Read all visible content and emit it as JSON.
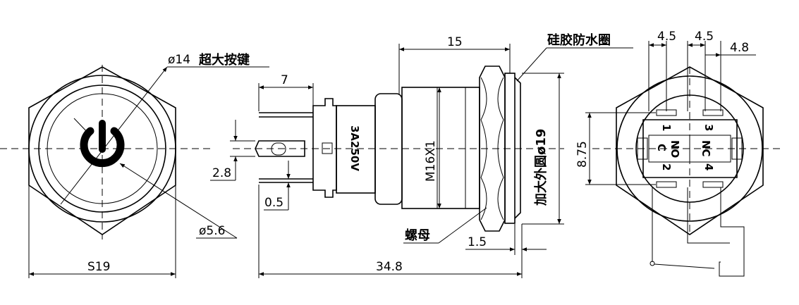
{
  "front_view": {
    "dia14_label": "ø14",
    "big_button_label": "超大按键",
    "dia5_6_label": "ø5.6",
    "s19_label": "S19"
  },
  "side_view": {
    "dim_7": "7",
    "dim_15": "15",
    "silicone_ring_label": "硅胶防水圈",
    "rating_label": "3A250V",
    "thread_label": "M16X1",
    "enlarged_ring_label": "加大外圆ø19",
    "dim_2_8": "2.8",
    "dim_0_5": "0.5",
    "nut_label": "螺母",
    "dim_1_5": "1.5",
    "dim_34_8": "34.8"
  },
  "back_view": {
    "dim_4_5_a": "4.5",
    "dim_4_5_b": "4.5",
    "dim_4_8": "4.8",
    "dim_8_75": "8.75",
    "pin_1": "1",
    "pin_2": "2",
    "pin_3": "3",
    "pin_4": "4",
    "nc_label": "NC",
    "no_label": "NO",
    "c_label": "C"
  }
}
